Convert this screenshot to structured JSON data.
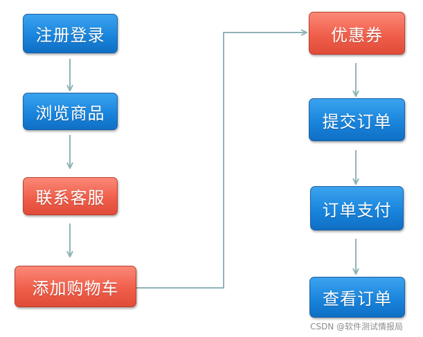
{
  "diagram": {
    "line_color": "#8fb3b8",
    "nodes": [
      {
        "label": "注册登录",
        "color": "blue"
      },
      {
        "label": "浏览商品",
        "color": "blue"
      },
      {
        "label": "联系客服",
        "color": "red"
      },
      {
        "label": "添加购物车",
        "color": "red"
      },
      {
        "label": "优惠券",
        "color": "red"
      },
      {
        "label": "提交订单",
        "color": "blue"
      },
      {
        "label": "订单支付",
        "color": "blue"
      },
      {
        "label": "查看订单",
        "color": "blue"
      }
    ],
    "edges": [
      {
        "from": "注册登录",
        "to": "浏览商品"
      },
      {
        "from": "浏览商品",
        "to": "联系客服"
      },
      {
        "from": "联系客服",
        "to": "添加购物车"
      },
      {
        "from": "添加购物车",
        "to": "优惠券"
      },
      {
        "from": "优惠券",
        "to": "提交订单"
      },
      {
        "from": "提交订单",
        "to": "订单支付"
      },
      {
        "from": "订单支付",
        "to": "查看订单"
      }
    ]
  },
  "watermark": "CSDN @软件测试情报局"
}
